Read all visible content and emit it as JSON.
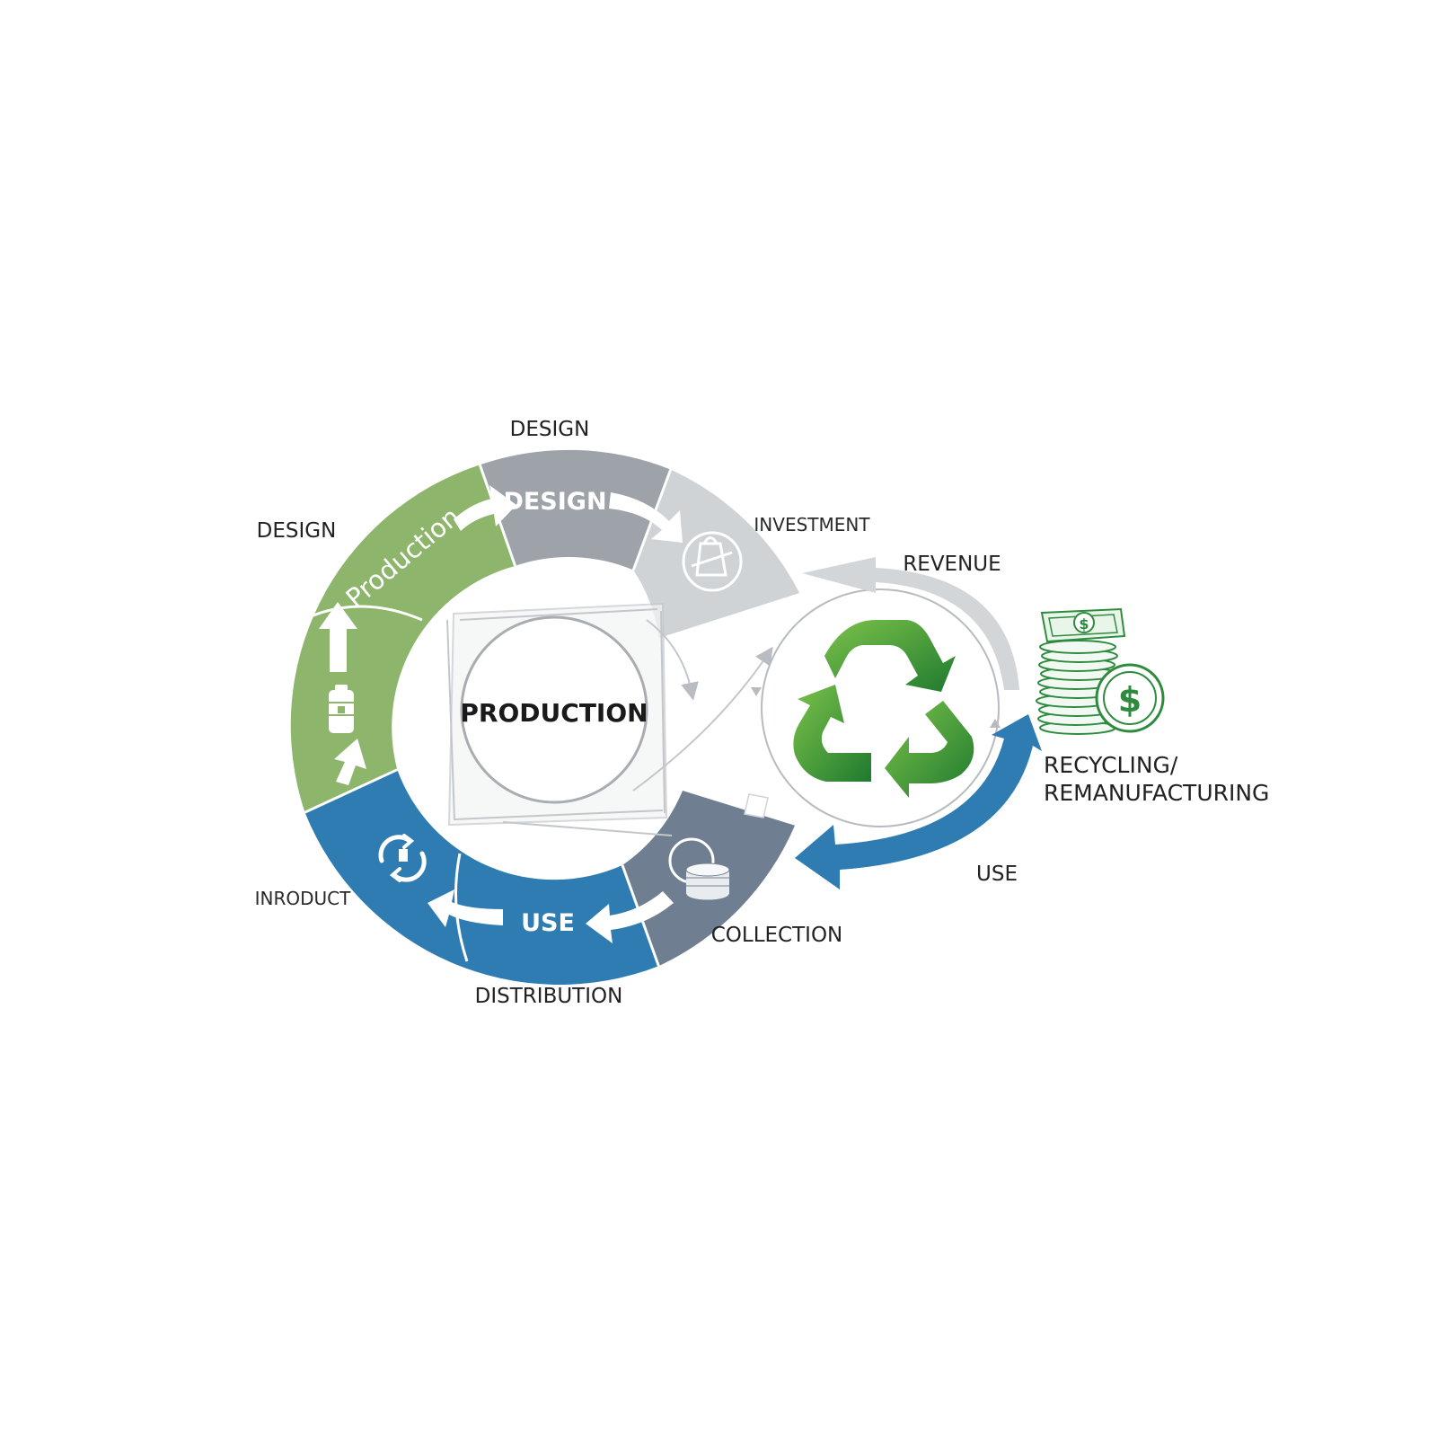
{
  "labels": {
    "design_top": "DESIGN",
    "design_left": "DESIGN",
    "investment": "INVESTMENT",
    "revenue": "REVENUE",
    "recycling_line1": "RECYCLING/",
    "recycling_line2": "REMANUFACTURING",
    "use_right": "USE",
    "collection": "COLLECTION",
    "distribution": "DISTRIBUTION",
    "inroduct": "INRODUCT"
  },
  "segments": {
    "design": "DESIGN",
    "production": "Production",
    "use": "USE"
  },
  "center": {
    "title": "PRODUCTION"
  },
  "colors": {
    "green": "#8db56b",
    "gray_dark": "#9ea3aa",
    "gray_light": "#cfd3d6",
    "slate": "#6f7f91",
    "blue": "#2f7cb3",
    "recycle_green": "#3c9a3c",
    "money_green": "#2e8b3e"
  },
  "icons": {
    "investment": "bag-icon",
    "battery": "battery-icon",
    "cycle": "cycle-icon",
    "coins": "coins-icon",
    "recycle": "recycle-icon",
    "money": "money-stack-icon"
  }
}
